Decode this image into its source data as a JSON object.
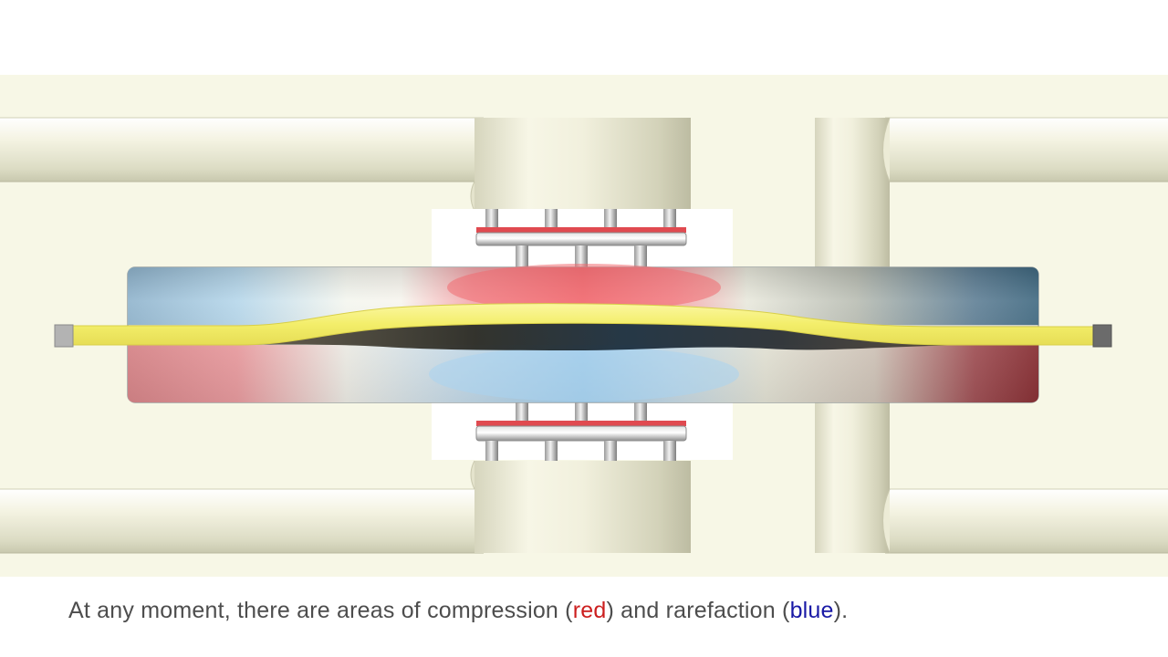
{
  "caption": {
    "prefix": "At any moment, there are areas of compression (",
    "red_word": "red",
    "middle": ") and rarefaction (",
    "blue_word": "blue",
    "suffix": ")."
  },
  "colors": {
    "background_panel": "#f7f7e6",
    "pipe": "#ecebd8",
    "compression": "#f06a70",
    "rarefaction": "#a9d3f0",
    "membrane": "#f5f07a",
    "caption_text": "#4d4d4d",
    "caption_red": "#cc1f1f",
    "caption_blue": "#1a1aa6"
  }
}
